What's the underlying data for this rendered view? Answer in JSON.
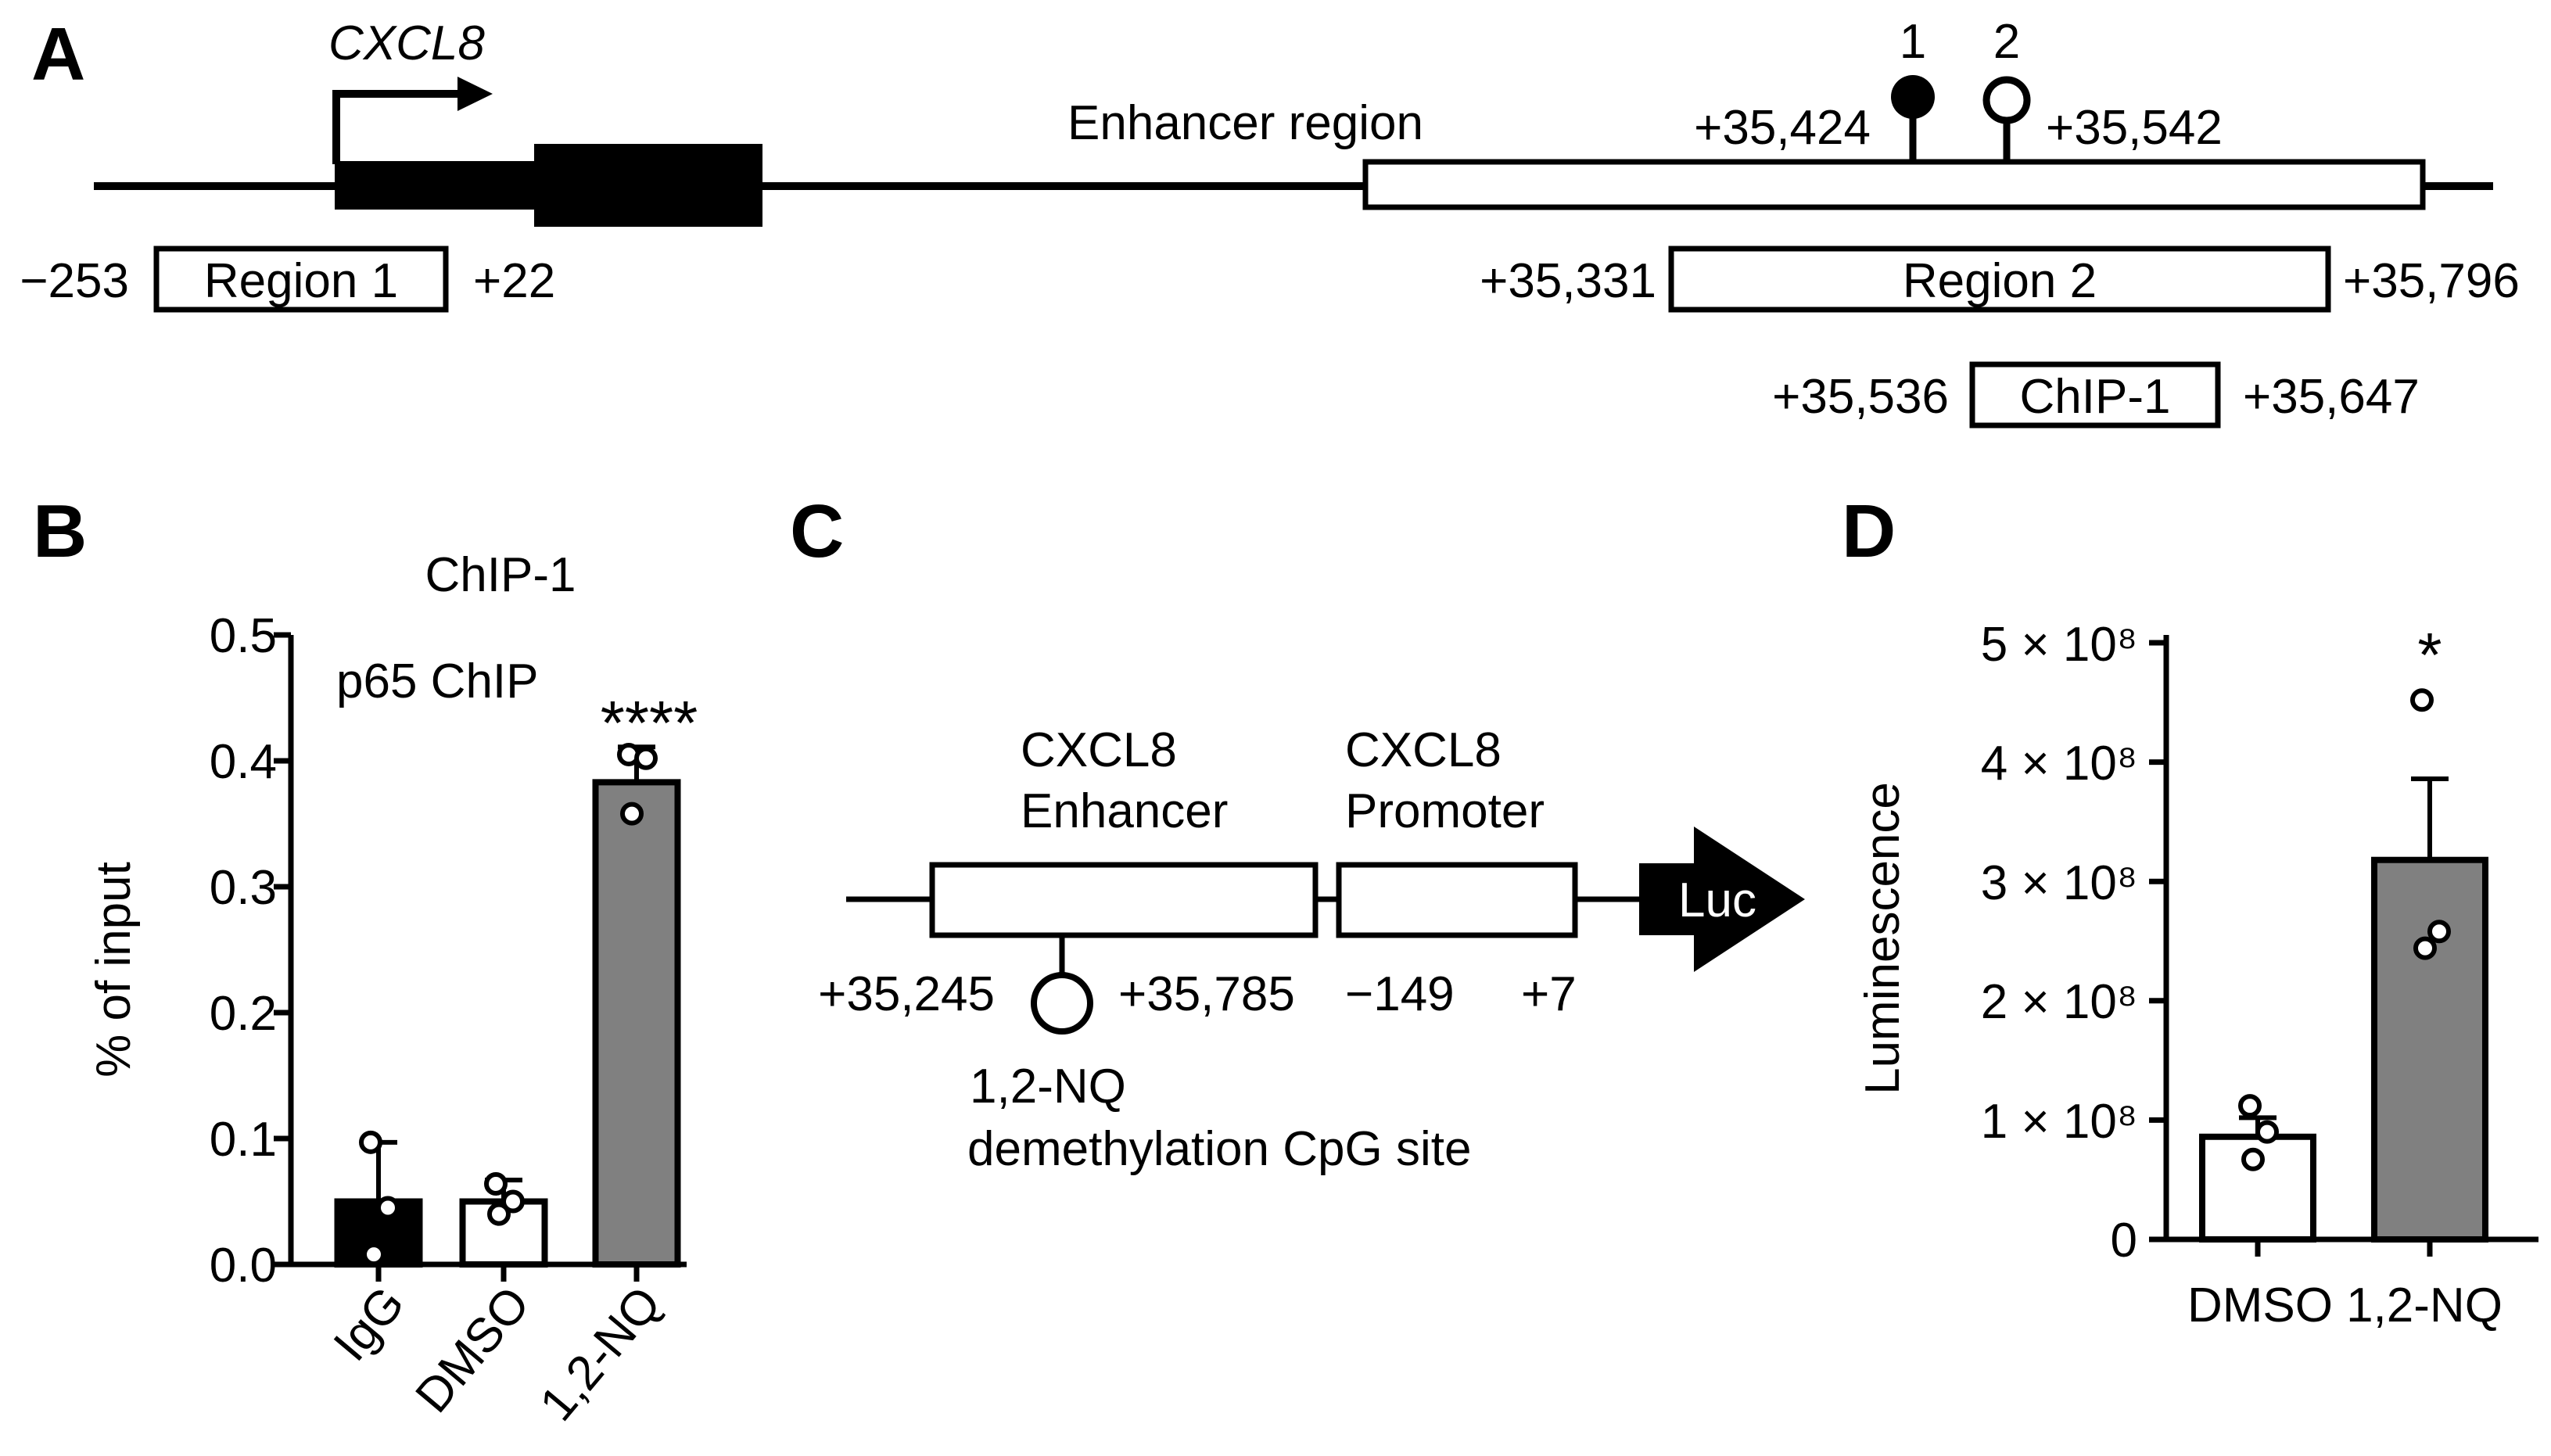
{
  "panel_a": {
    "letter": "A",
    "gene": "CXCL8",
    "enhancer_label": "Enhancer region",
    "cpg_sites": [
      "1",
      "2"
    ],
    "cpg_1_pos": "+35,424",
    "cpg_2_pos": "+35,542",
    "region1": {
      "label": "Region 1",
      "start": "−253",
      "end": "+22"
    },
    "region2": {
      "label": "Region 2",
      "start": "+35,331",
      "end": "+35,796"
    },
    "chip1": {
      "label": "ChIP-1",
      "start": "+35,536",
      "end": "+35,647"
    }
  },
  "panel_b": {
    "letter": "B",
    "title": "ChIP-1",
    "subtitle": "p65 ChIP",
    "ylabel": "% of input",
    "yticks": [
      "0.0",
      "0.1",
      "0.2",
      "0.3",
      "0.4",
      "0.5"
    ],
    "categories": [
      "IgG",
      "DMSO",
      "1,2-NQ"
    ],
    "significance": "****"
  },
  "panel_c": {
    "letter": "C",
    "enhancer_line1": "CXCL8",
    "enhancer_line2": "Enhancer",
    "promoter_line1": "CXCL8",
    "promoter_line2": "Promoter",
    "luc": "Luc",
    "enh_start": "+35,245",
    "enh_end": "+35,785",
    "prom_start": "−149",
    "prom_end": "+7",
    "cpg_line1": "1,2-NQ",
    "cpg_line2": "demethylation CpG site"
  },
  "panel_d": {
    "letter": "D",
    "ylabel": "Luminescence",
    "yticks": [
      "0",
      "1 × 10⁸",
      "2 × 10⁸",
      "3 × 10⁸",
      "4 × 10⁸",
      "5 × 10⁸"
    ],
    "categories": [
      "DMSO",
      "1,2-NQ"
    ],
    "significance": "*"
  },
  "chart_data": [
    {
      "type": "bar",
      "title": "ChIP-1",
      "subtitle": "p65 ChIP",
      "xlabel": "",
      "ylabel": "% of input",
      "ylim": [
        0,
        0.5
      ],
      "categories": [
        "IgG",
        "DMSO",
        "1,2-NQ"
      ],
      "values": [
        0.05,
        0.05,
        0.383
      ],
      "errors": [
        0.047,
        0.017,
        0.028
      ],
      "points": [
        [
          0.097,
          0.045,
          0.008
        ],
        [
          0.064,
          0.05,
          0.04
        ],
        [
          0.405,
          0.402,
          0.358
        ]
      ],
      "bar_colors": [
        "#000000",
        "#ffffff",
        "#808080"
      ],
      "significance": [
        "",
        "",
        "****"
      ],
      "grid": false
    },
    {
      "type": "bar",
      "title": "",
      "xlabel": "",
      "ylabel": "Luminescence",
      "ylim": [
        0,
        500000000
      ],
      "categories": [
        "DMSO",
        "1,2-NQ"
      ],
      "values": [
        86000000,
        318000000
      ],
      "errors": [
        16000000,
        68000000
      ],
      "points": [
        [
          112000000,
          90000000,
          67000000
        ],
        [
          452000000,
          258000000,
          244000000
        ]
      ],
      "bar_colors": [
        "#ffffff",
        "#808080"
      ],
      "significance": [
        "",
        "*"
      ],
      "grid": false
    }
  ]
}
